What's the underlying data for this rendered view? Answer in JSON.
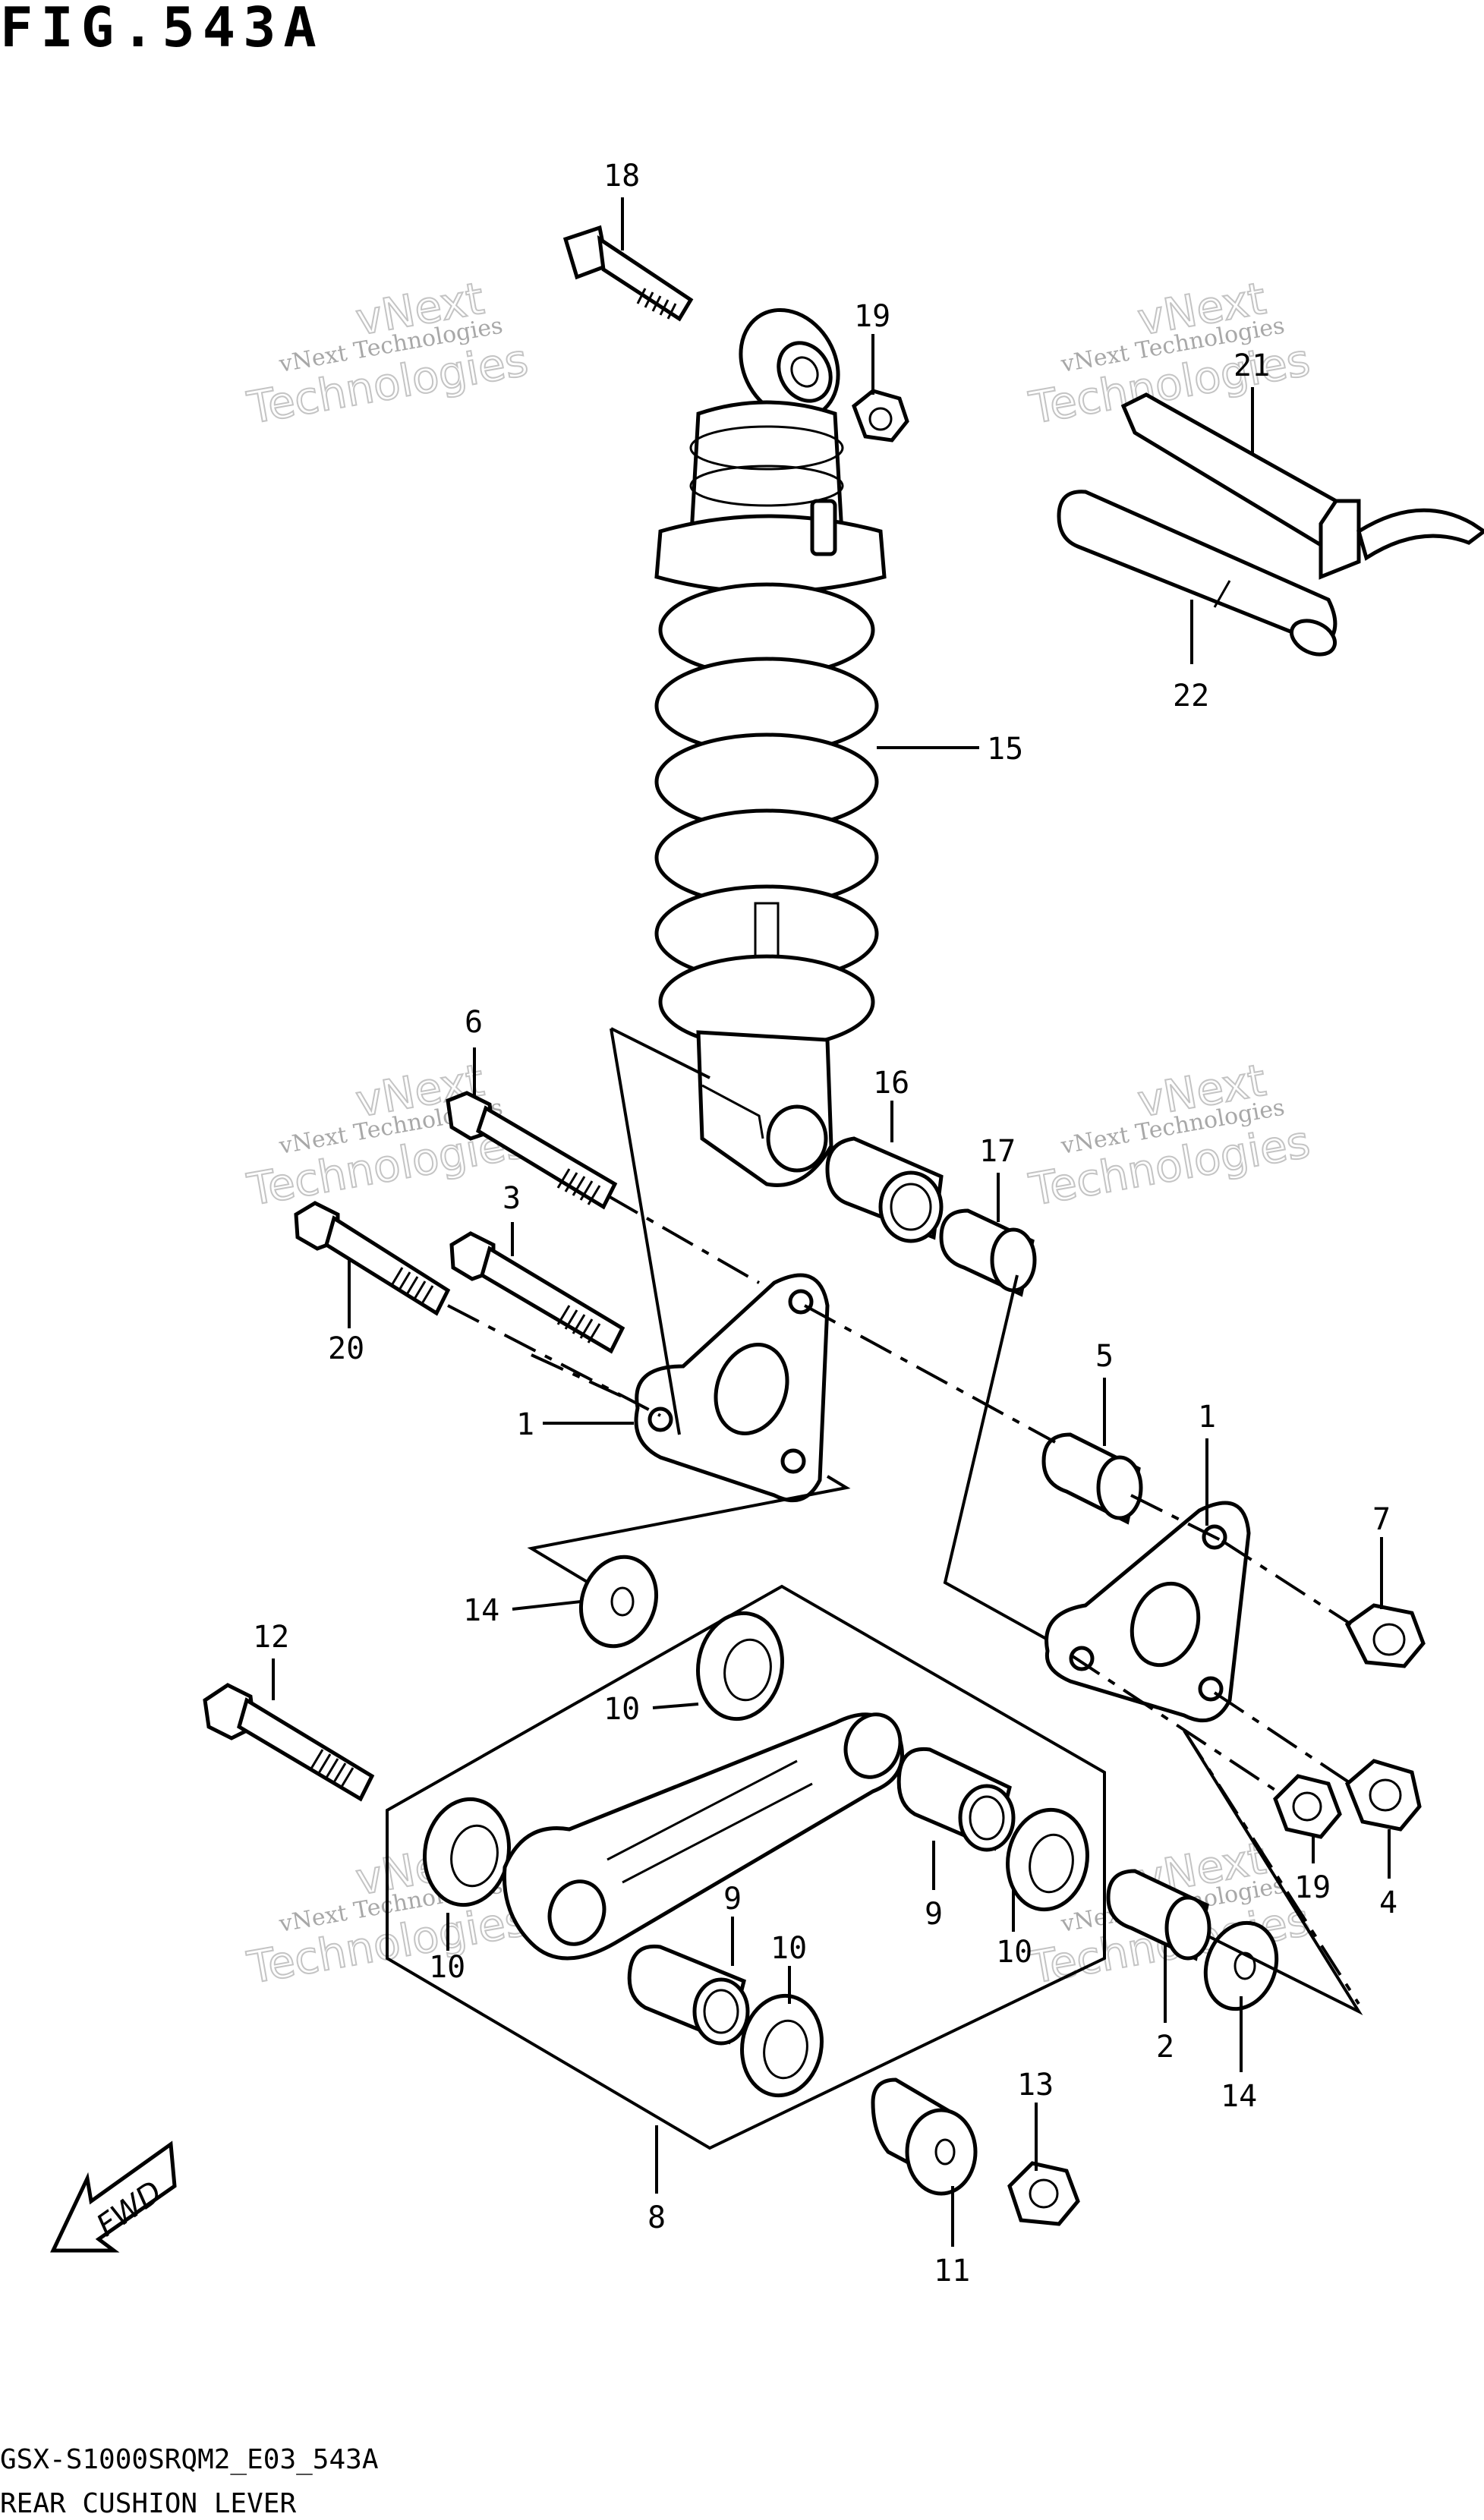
{
  "figure": {
    "title": "FIG.543A",
    "code": "GSX-S1000SRQM2_E03_543A",
    "name": "REAR CUSHION LEVER"
  },
  "watermark": {
    "line1": "vNext Technologies",
    "line2": "Technologies",
    "line3": "vNext"
  },
  "callouts": [
    {
      "id": "c-18",
      "label": "18"
    },
    {
      "id": "c-19a",
      "label": "19"
    },
    {
      "id": "c-21",
      "label": "21"
    },
    {
      "id": "c-22",
      "label": "22"
    },
    {
      "id": "c-15",
      "label": "15"
    },
    {
      "id": "c-6",
      "label": "6"
    },
    {
      "id": "c-16",
      "label": "16"
    },
    {
      "id": "c-17",
      "label": "17"
    },
    {
      "id": "c-3",
      "label": "3"
    },
    {
      "id": "c-20",
      "label": "20"
    },
    {
      "id": "c-1a",
      "label": "1"
    },
    {
      "id": "c-5",
      "label": "5"
    },
    {
      "id": "c-1b",
      "label": "1"
    },
    {
      "id": "c-7",
      "label": "7"
    },
    {
      "id": "c-14a",
      "label": "14"
    },
    {
      "id": "c-12",
      "label": "12"
    },
    {
      "id": "c-10a",
      "label": "10"
    },
    {
      "id": "c-19b",
      "label": "19"
    },
    {
      "id": "c-4",
      "label": "4"
    },
    {
      "id": "c-9a",
      "label": "9"
    },
    {
      "id": "c-10b",
      "label": "10"
    },
    {
      "id": "c-9b",
      "label": "9"
    },
    {
      "id": "c-10c",
      "label": "10"
    },
    {
      "id": "c-10d",
      "label": "10"
    },
    {
      "id": "c-2",
      "label": "2"
    },
    {
      "id": "c-14b",
      "label": "14"
    },
    {
      "id": "c-13",
      "label": "13"
    },
    {
      "id": "c-8",
      "label": "8"
    },
    {
      "id": "c-11",
      "label": "11"
    }
  ],
  "fwd_label": "FWD"
}
